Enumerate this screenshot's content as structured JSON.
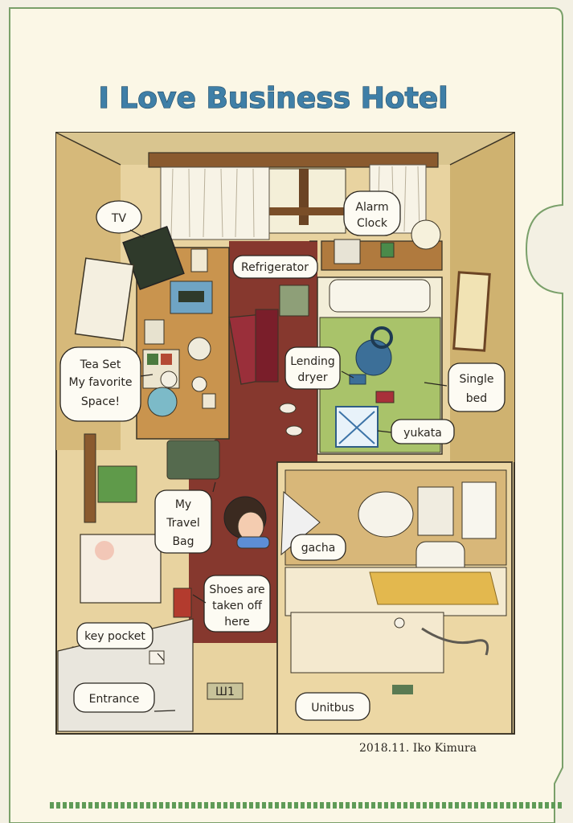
{
  "title": "I Love Business Hotel",
  "signature": "2018.11. Iko Kimura",
  "labels": {
    "tv": "TV",
    "alarm_1": "Alarm",
    "alarm_2": "Clock",
    "refrigerator": "Refrigerator",
    "tea_1": "Tea Set",
    "tea_2": "My favorite",
    "tea_3": "Space!",
    "dryer_1": "Lending",
    "dryer_2": "dryer",
    "single_1": "Single",
    "single_2": "bed",
    "yukata": "yukata",
    "bag_1": "My",
    "bag_2": "Travel",
    "bag_3": "Bag",
    "gacha": "gacha",
    "shoes_1": "Shoes are",
    "shoes_2": "taken off",
    "shoes_3": "here",
    "key_pocket": "key pocket",
    "entrance": "Entrance",
    "unitbus": "Unitbus",
    "mat_text": "Ш1"
  },
  "colors": {
    "paper": "#fbf7e6",
    "sheet_edge": "#7aa06a",
    "floor": "#e2c98f",
    "carpet": "#7d2a24",
    "bed_green": "#a9c36a",
    "title_blue": "#3f7fa7",
    "wood": "#b07a3e"
  }
}
